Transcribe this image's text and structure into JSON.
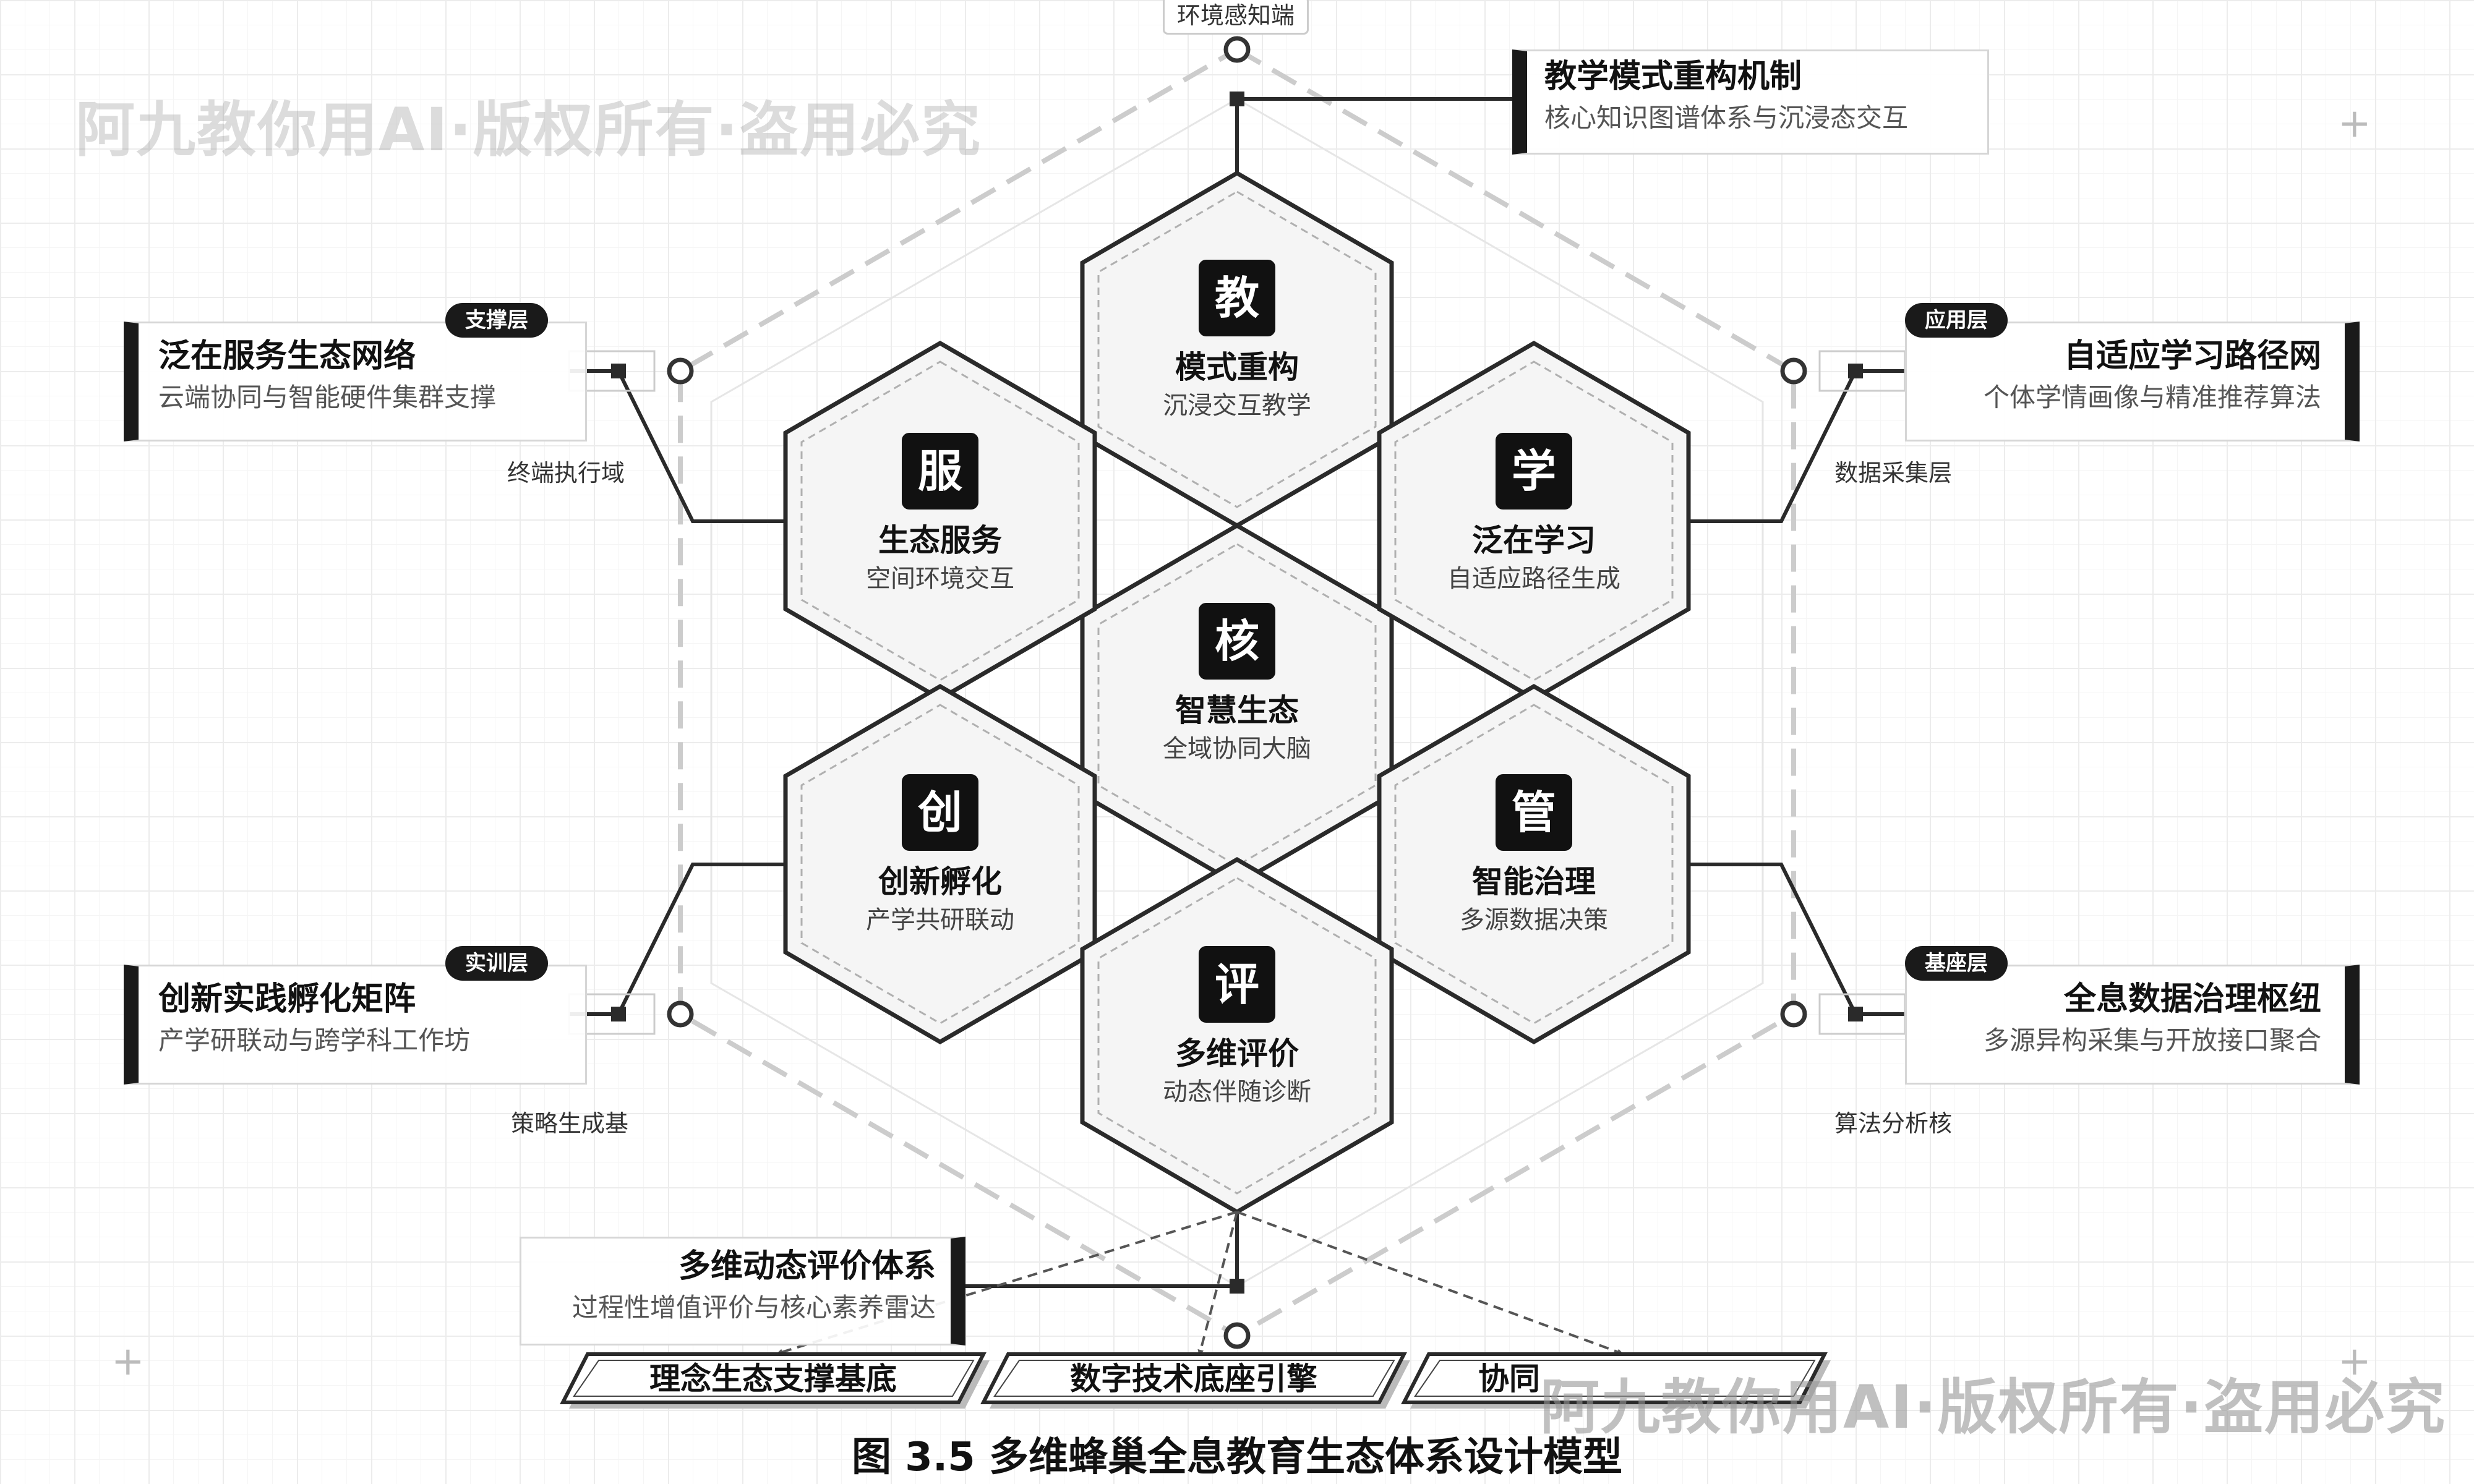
{
  "watermark": "阿九教你用AI·版权所有·盗用必究",
  "caption": "图 3.5 多维蜂巢全息教育生态体系设计模型",
  "top_node_label": "环境感知端",
  "hexagons": {
    "teach": {
      "char": "教",
      "title": "模式重构",
      "subtitle": "沉浸交互教学"
    },
    "serve": {
      "char": "服",
      "title": "生态服务",
      "subtitle": "空间环境交互"
    },
    "learn": {
      "char": "学",
      "title": "泛在学习",
      "subtitle": "自适应路径生成"
    },
    "core": {
      "char": "核",
      "title": "智慧生态",
      "subtitle": "全域协同大脑"
    },
    "create": {
      "char": "创",
      "title": "创新孵化",
      "subtitle": "产学共研联动"
    },
    "manage": {
      "char": "管",
      "title": "智能治理",
      "subtitle": "多源数据决策"
    },
    "eval": {
      "char": "评",
      "title": "多维评价",
      "subtitle": "动态伴随诊断"
    }
  },
  "cards": {
    "top": {
      "title": "教学模式重构机制",
      "subtitle": "核心知识图谱体系与沉浸态交互"
    },
    "left_upper": {
      "tag": "支撑层",
      "title": "泛在服务生态网络",
      "subtitle": "云端协同与智能硬件集群支撑",
      "side_label": "终端执行域"
    },
    "right_upper": {
      "tag": "应用层",
      "title": "自适应学习路径网",
      "subtitle": "个体学情画像与精准推荐算法",
      "side_label": "数据采集层"
    },
    "left_lower": {
      "tag": "实训层",
      "title": "创新实践孵化矩阵",
      "subtitle": "产学研联动与跨学科工作坊",
      "side_label": "策略生成基"
    },
    "right_lower": {
      "tag": "基座层",
      "title": "全息数据治理枢纽",
      "subtitle": "多源异构采集与开放接口聚合",
      "side_label": "算法分析核"
    },
    "bottom": {
      "title": "多维动态评价体系",
      "subtitle": "过程性增值评价与核心素养雷达"
    }
  },
  "bases": [
    "理念生态支撑基底",
    "数字技术底座引擎",
    "协同"
  ]
}
